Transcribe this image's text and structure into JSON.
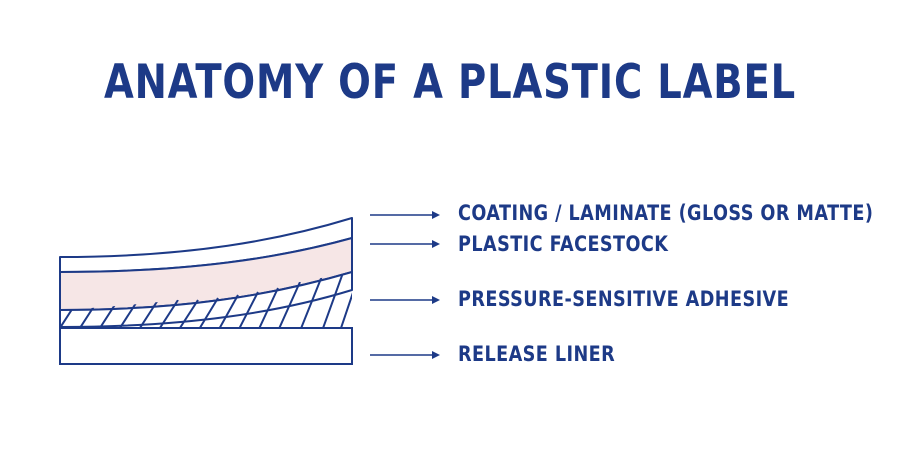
{
  "title": "ANATOMY OF A PLASTIC LABEL",
  "colors": {
    "primary": "#1d3a87",
    "facestock_fill": "#f6e6e6",
    "background": "#ffffff"
  },
  "layers": [
    {
      "id": "coating",
      "label": "COATING / LAMINATE (GLOSS OR MATTE)"
    },
    {
      "id": "facestock",
      "label": "PLASTIC FACESTOCK"
    },
    {
      "id": "adhesive",
      "label": "PRESSURE-SENSITIVE ADHESIVE"
    },
    {
      "id": "liner",
      "label": "RELEASE LINER"
    }
  ]
}
